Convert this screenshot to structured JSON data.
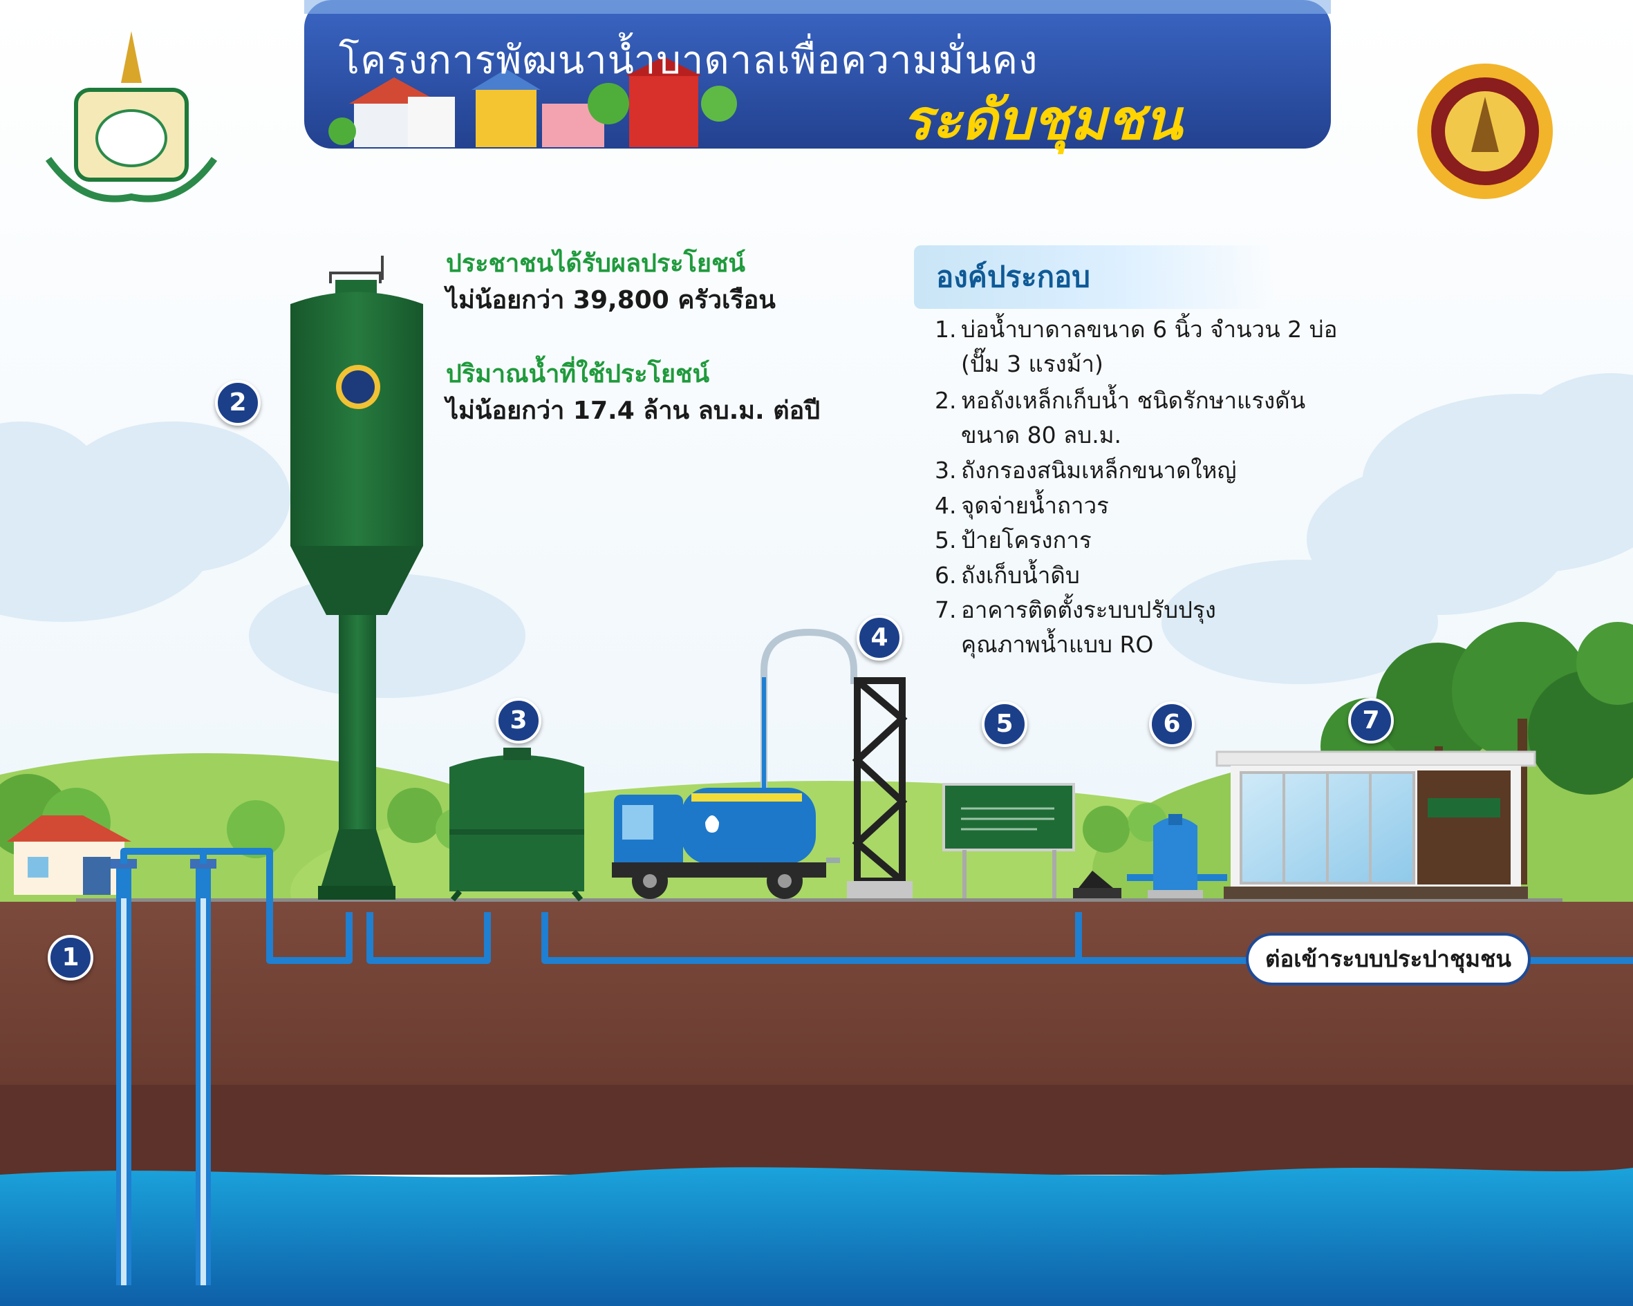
{
  "header": {
    "title_line1": "โครงการพัฒนาน้ำบาดาลเพื่อความมั่นคง",
    "title_line2": "ระดับชุมชน"
  },
  "stats": [
    {
      "label": "ประชาชนได้รับผลประโยชน์",
      "value": "ไม่น้อยกว่า 39,800 ครัวเรือน"
    },
    {
      "label": "ปริมาณน้ำที่ใช้ประโยชน์",
      "value": "ไม่น้อยกว่า 17.4 ล้าน ลบ.ม. ต่อปี"
    }
  ],
  "components": {
    "title": "องค์ประกอบ",
    "items": [
      {
        "num": "1.",
        "text": "บ่อน้ำบาดาลขนาด 6 นิ้ว จำนวน 2 บ่อ",
        "cont": "(ปั๊ม 3 แรงม้า)"
      },
      {
        "num": "2.",
        "text": "หอถังเหล็กเก็บน้ำ ชนิดรักษาแรงดัน",
        "cont": "ขนาด 80 ลบ.ม."
      },
      {
        "num": "3.",
        "text": "ถังกรองสนิมเหล็กขนาดใหญ่"
      },
      {
        "num": "4.",
        "text": "จุดจ่ายน้ำถาวร"
      },
      {
        "num": "5.",
        "text": "ป้ายโครงการ"
      },
      {
        "num": "6.",
        "text": "ถังเก็บน้ำดิบ"
      },
      {
        "num": "7.",
        "text": "อาคารติดตั้งระบบปรับปรุง",
        "cont": "คุณภาพน้ำแบบ RO"
      }
    ]
  },
  "markers": [
    "1",
    "2",
    "3",
    "4",
    "5",
    "6",
    "7"
  ],
  "connect_label": "ต่อเข้าระบบประปาชุมชน",
  "colors": {
    "banner": "#2f4fa8",
    "subtitle": "#ffd400",
    "tower_green": "#1f6b36",
    "pipe": "#1f7fd1",
    "soil": "#6b3b30",
    "water": "#1a8ad0",
    "badge": "#1c3f8a",
    "stat_label": "#1f9a3c"
  }
}
